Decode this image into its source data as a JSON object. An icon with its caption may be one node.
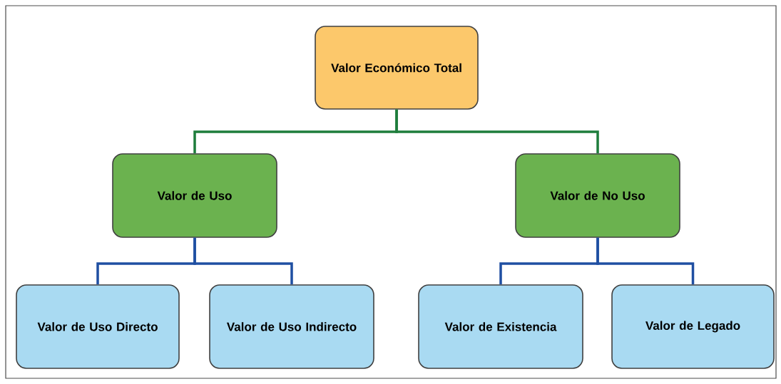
{
  "diagram": {
    "nodes": [
      {
        "text": [
          "Valor Económico Total"
        ]
      },
      {
        "text": [
          "Valor de Uso"
        ]
      },
      {
        "text": [
          "Valor de No Uso"
        ]
      },
      {
        "text": [
          "Valor de Uso Directo"
        ]
      },
      {
        "text": [
          "Valor de Uso Indirecto"
        ]
      },
      {
        "text": [
          "Valor de Existencia"
        ]
      },
      {
        "text": [
          "Valor de Legado"
        ]
      }
    ],
    "edges": [
      {
        "from": 0,
        "to": 1,
        "arrow": "none",
        "color": "#1e7d3c"
      },
      {
        "from": 0,
        "to": 2,
        "arrow": "none",
        "color": "#1e7d3c"
      },
      {
        "from": 1,
        "to": 3,
        "arrow": "none"
      },
      {
        "from": 1,
        "to": 4,
        "arrow": "none"
      },
      {
        "from": 2,
        "to": 5,
        "arrow": "none"
      },
      {
        "from": 2,
        "to": 6,
        "arrow": "none"
      }
    ]
  }
}
